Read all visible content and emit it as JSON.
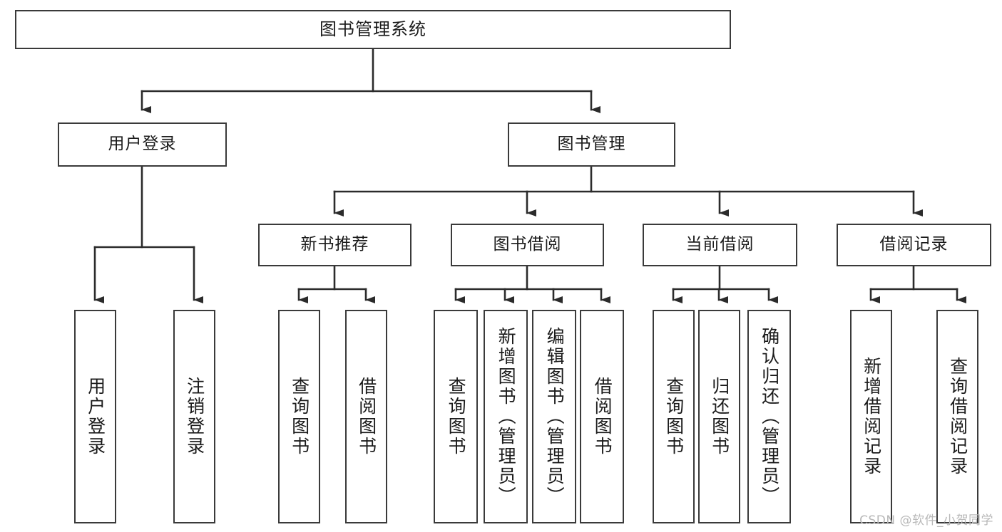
{
  "diagram": {
    "title": "图书管理系统",
    "type": "tree-hierarchy-chart",
    "orientation": "top-down",
    "box_fill": "#ffffff",
    "box_stroke": "#3a3a3a",
    "text_color": "#1b1b1b",
    "connector_color": "#2b2b2b"
  },
  "watermark": {
    "text": "CSDN @软件_小贺同学",
    "color": "#b8b8b8"
  },
  "nodes": {
    "root": {
      "label": "图书管理系统"
    },
    "level1": [
      {
        "id": "user-login",
        "label": "用户登录"
      },
      {
        "id": "book-management",
        "label": "图书管理"
      }
    ],
    "level2": [
      {
        "id": "new-book-recommend",
        "label": "新书推荐"
      },
      {
        "id": "book-borrow",
        "label": "图书借阅"
      },
      {
        "id": "current-borrow",
        "label": "当前借阅"
      },
      {
        "id": "borrow-record",
        "label": "借阅记录"
      }
    ],
    "leaves": {
      "user_login": [
        {
          "id": "leaf-user-login",
          "label": "用户登录"
        },
        {
          "id": "leaf-logout-login",
          "label": "注销登录"
        }
      ],
      "new_book_recommend": [
        {
          "id": "leaf-query-book-1",
          "label": "查询图书"
        },
        {
          "id": "leaf-borrow-book-1",
          "label": "借阅图书"
        }
      ],
      "book_borrow": [
        {
          "id": "leaf-query-book-2",
          "label": "查询图书"
        },
        {
          "id": "leaf-add-book",
          "label": "新增图书（管理员）"
        },
        {
          "id": "leaf-edit-book",
          "label": "编辑图书（管理员）"
        },
        {
          "id": "leaf-borrow-book-2",
          "label": "借阅图书"
        }
      ],
      "current_borrow": [
        {
          "id": "leaf-query-book-3",
          "label": "查询图书"
        },
        {
          "id": "leaf-return-book",
          "label": "归还图书"
        },
        {
          "id": "leaf-confirm-return",
          "label": "确认归还（管理员）"
        }
      ],
      "borrow_record": [
        {
          "id": "leaf-add-borrow-record",
          "label": "新增借阅记录"
        },
        {
          "id": "leaf-query-borrow-record",
          "label": "查询借阅记录"
        }
      ]
    }
  }
}
